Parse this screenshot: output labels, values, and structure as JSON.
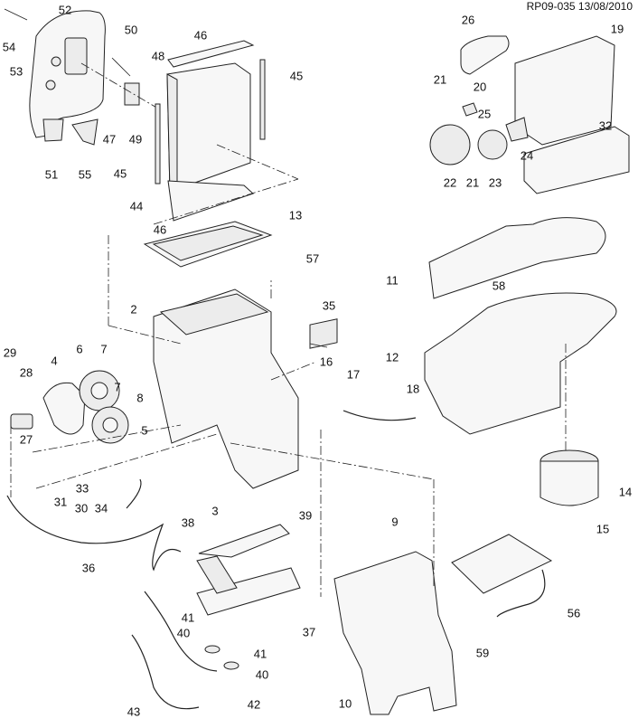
{
  "header": {
    "reference": "RP09-035 13/08/2010"
  },
  "callouts": [
    {
      "id": "c2",
      "label": "2"
    },
    {
      "id": "c3",
      "label": "3"
    },
    {
      "id": "c4",
      "label": "4"
    },
    {
      "id": "c5",
      "label": "5"
    },
    {
      "id": "c6",
      "label": "6"
    },
    {
      "id": "c7a",
      "label": "7"
    },
    {
      "id": "c7b",
      "label": "7"
    },
    {
      "id": "c8",
      "label": "8"
    },
    {
      "id": "c9",
      "label": "9"
    },
    {
      "id": "c10",
      "label": "10"
    },
    {
      "id": "c11",
      "label": "11"
    },
    {
      "id": "c12",
      "label": "12"
    },
    {
      "id": "c13",
      "label": "13"
    },
    {
      "id": "c14",
      "label": "14"
    },
    {
      "id": "c15",
      "label": "15"
    },
    {
      "id": "c16",
      "label": "16"
    },
    {
      "id": "c17",
      "label": "17"
    },
    {
      "id": "c18",
      "label": "18"
    },
    {
      "id": "c19",
      "label": "19"
    },
    {
      "id": "c20",
      "label": "20"
    },
    {
      "id": "c21a",
      "label": "21"
    },
    {
      "id": "c21b",
      "label": "21"
    },
    {
      "id": "c22",
      "label": "22"
    },
    {
      "id": "c23",
      "label": "23"
    },
    {
      "id": "c24",
      "label": "24"
    },
    {
      "id": "c25",
      "label": "25"
    },
    {
      "id": "c26",
      "label": "26"
    },
    {
      "id": "c27",
      "label": "27"
    },
    {
      "id": "c28",
      "label": "28"
    },
    {
      "id": "c29",
      "label": "29"
    },
    {
      "id": "c30",
      "label": "30"
    },
    {
      "id": "c31",
      "label": "31"
    },
    {
      "id": "c32",
      "label": "32"
    },
    {
      "id": "c33",
      "label": "33"
    },
    {
      "id": "c34",
      "label": "34"
    },
    {
      "id": "c35",
      "label": "35"
    },
    {
      "id": "c36",
      "label": "36"
    },
    {
      "id": "c37",
      "label": "37"
    },
    {
      "id": "c38",
      "label": "38"
    },
    {
      "id": "c39",
      "label": "39"
    },
    {
      "id": "c40a",
      "label": "40"
    },
    {
      "id": "c40b",
      "label": "40"
    },
    {
      "id": "c41a",
      "label": "41"
    },
    {
      "id": "c41b",
      "label": "41"
    },
    {
      "id": "c42",
      "label": "42"
    },
    {
      "id": "c43",
      "label": "43"
    },
    {
      "id": "c44",
      "label": "44"
    },
    {
      "id": "c45a",
      "label": "45"
    },
    {
      "id": "c45b",
      "label": "45"
    },
    {
      "id": "c46a",
      "label": "46"
    },
    {
      "id": "c46b",
      "label": "46"
    },
    {
      "id": "c47",
      "label": "47"
    },
    {
      "id": "c48",
      "label": "48"
    },
    {
      "id": "c49",
      "label": "49"
    },
    {
      "id": "c50",
      "label": "50"
    },
    {
      "id": "c51",
      "label": "51"
    },
    {
      "id": "c52",
      "label": "52"
    },
    {
      "id": "c53",
      "label": "53"
    },
    {
      "id": "c54",
      "label": "54"
    },
    {
      "id": "c55",
      "label": "55"
    },
    {
      "id": "c56",
      "label": "56"
    },
    {
      "id": "c57",
      "label": "57"
    },
    {
      "id": "c58",
      "label": "58"
    },
    {
      "id": "c59",
      "label": "59"
    }
  ]
}
